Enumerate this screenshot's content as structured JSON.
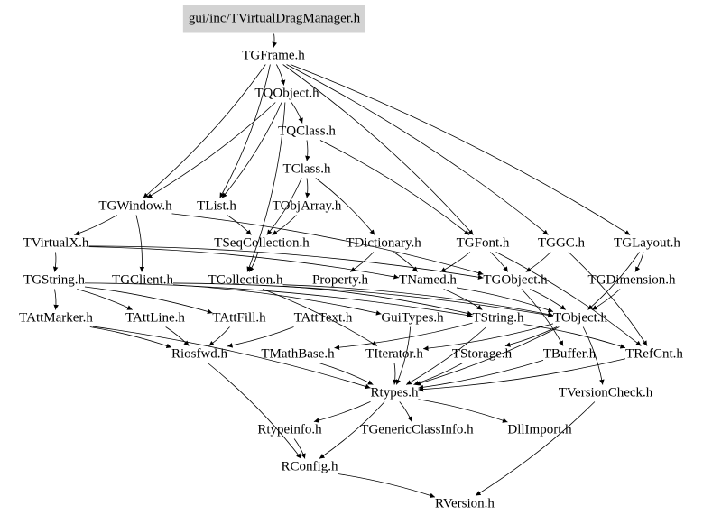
{
  "graph": {
    "root": "gui/inc/TVirtualDragManager.h",
    "nodes": [
      {
        "id": "root",
        "label": "gui/inc/TVirtualDragManager.h",
        "highlighted": true
      },
      {
        "id": "TGFrame",
        "label": "TGFrame.h"
      },
      {
        "id": "TQObject",
        "label": "TQObject.h"
      },
      {
        "id": "TQClass",
        "label": "TQClass.h"
      },
      {
        "id": "TClass",
        "label": "TClass.h"
      },
      {
        "id": "TGWindow",
        "label": "TGWindow.h"
      },
      {
        "id": "TList",
        "label": "TList.h"
      },
      {
        "id": "TObjArray",
        "label": "TObjArray.h"
      },
      {
        "id": "TVirtualX",
        "label": "TVirtualX.h"
      },
      {
        "id": "TSeqCollection",
        "label": "TSeqCollection.h"
      },
      {
        "id": "TDictionary",
        "label": "TDictionary.h"
      },
      {
        "id": "TGFont",
        "label": "TGFont.h"
      },
      {
        "id": "TGGC",
        "label": "TGGC.h"
      },
      {
        "id": "TGLayout",
        "label": "TGLayout.h"
      },
      {
        "id": "TGString",
        "label": "TGString.h"
      },
      {
        "id": "TGClient",
        "label": "TGClient.h"
      },
      {
        "id": "TCollection",
        "label": "TCollection.h"
      },
      {
        "id": "Property",
        "label": "Property.h"
      },
      {
        "id": "TNamed",
        "label": "TNamed.h"
      },
      {
        "id": "TGObject",
        "label": "TGObject.h"
      },
      {
        "id": "TGDimension",
        "label": "TGDimension.h"
      },
      {
        "id": "TAttMarker",
        "label": "TAttMarker.h"
      },
      {
        "id": "TAttLine",
        "label": "TAttLine.h"
      },
      {
        "id": "TAttFill",
        "label": "TAttFill.h"
      },
      {
        "id": "TAttText",
        "label": "TAttText.h"
      },
      {
        "id": "GuiTypes",
        "label": "GuiTypes.h"
      },
      {
        "id": "TString",
        "label": "TString.h"
      },
      {
        "id": "TObject",
        "label": "TObject.h"
      },
      {
        "id": "Riosfwd",
        "label": "Riosfwd.h"
      },
      {
        "id": "TMathBase",
        "label": "TMathBase.h"
      },
      {
        "id": "TIterator",
        "label": "TIterator.h"
      },
      {
        "id": "TStorage",
        "label": "TStorage.h"
      },
      {
        "id": "TBuffer",
        "label": "TBuffer.h"
      },
      {
        "id": "TRefCnt",
        "label": "TRefCnt.h"
      },
      {
        "id": "Rtypes",
        "label": "Rtypes.h"
      },
      {
        "id": "TVersionCheck",
        "label": "TVersionCheck.h"
      },
      {
        "id": "Rtypeinfo",
        "label": "Rtypeinfo.h"
      },
      {
        "id": "TGenericClassInfo",
        "label": "TGenericClassInfo.h"
      },
      {
        "id": "DllImport",
        "label": "DllImport.h"
      },
      {
        "id": "RConfig",
        "label": "RConfig.h"
      },
      {
        "id": "RVersion",
        "label": "RVersion.h"
      }
    ],
    "edges": [
      [
        "root",
        "TGFrame"
      ],
      [
        "TGFrame",
        "TQObject"
      ],
      [
        "TGFrame",
        "TGWindow"
      ],
      [
        "TGFrame",
        "TList"
      ],
      [
        "TGFrame",
        "TGGC"
      ],
      [
        "TGFrame",
        "TGLayout"
      ],
      [
        "TGFrame",
        "TGFont"
      ],
      [
        "TQObject",
        "TQClass"
      ],
      [
        "TQObject",
        "TList"
      ],
      [
        "TQObject",
        "TCollection"
      ],
      [
        "TQObject",
        "TGWindow"
      ],
      [
        "TQClass",
        "TClass"
      ],
      [
        "TQClass",
        "TGFont"
      ],
      [
        "TClass",
        "TObjArray"
      ],
      [
        "TClass",
        "TDictionary"
      ],
      [
        "TClass",
        "TSeqCollection"
      ],
      [
        "TGWindow",
        "TGClient"
      ],
      [
        "TGWindow",
        "TVirtualX"
      ],
      [
        "TGWindow",
        "TGObject"
      ],
      [
        "TList",
        "TSeqCollection"
      ],
      [
        "TObjArray",
        "TSeqCollection"
      ],
      [
        "TVirtualX",
        "TGString"
      ],
      [
        "TVirtualX",
        "TNamed"
      ],
      [
        "TVirtualX",
        "TGObject"
      ],
      [
        "TSeqCollection",
        "TCollection"
      ],
      [
        "TDictionary",
        "TNamed"
      ],
      [
        "TDictionary",
        "Property"
      ],
      [
        "TGFont",
        "TGObject"
      ],
      [
        "TGFont",
        "TRefCnt"
      ],
      [
        "TGFont",
        "TNamed"
      ],
      [
        "TGGC",
        "TGObject"
      ],
      [
        "TGGC",
        "TRefCnt"
      ],
      [
        "TGLayout",
        "TGDimension"
      ],
      [
        "TGLayout",
        "TObject"
      ],
      [
        "TGString",
        "TString"
      ],
      [
        "TGString",
        "TAttMarker"
      ],
      [
        "TGString",
        "TAttLine"
      ],
      [
        "TGString",
        "TAttFill"
      ],
      [
        "TGClient",
        "TObject"
      ],
      [
        "TGClient",
        "GuiTypes"
      ],
      [
        "TCollection",
        "TObject"
      ],
      [
        "TCollection",
        "TIterator"
      ],
      [
        "TCollection",
        "TString"
      ],
      [
        "TNamed",
        "TObject"
      ],
      [
        "TNamed",
        "TString"
      ],
      [
        "TGObject",
        "TObject"
      ],
      [
        "TGObject",
        "TBuffer"
      ],
      [
        "TGDimension",
        "TObject"
      ],
      [
        "TAttMarker",
        "Riosfwd"
      ],
      [
        "TAttMarker",
        "Rtypes"
      ],
      [
        "TAttLine",
        "Riosfwd"
      ],
      [
        "TAttFill",
        "Riosfwd"
      ],
      [
        "TAttText",
        "Riosfwd"
      ],
      [
        "GuiTypes",
        "Rtypes"
      ],
      [
        "TString",
        "TMathBase"
      ],
      [
        "TString",
        "TRefCnt"
      ],
      [
        "TString",
        "Rtypes"
      ],
      [
        "TObject",
        "TStorage"
      ],
      [
        "TObject",
        "TVersionCheck"
      ],
      [
        "TObject",
        "TIterator"
      ],
      [
        "TObject",
        "Rtypes"
      ],
      [
        "TMathBase",
        "Rtypes"
      ],
      [
        "TIterator",
        "Rtypes"
      ],
      [
        "TStorage",
        "Rtypes"
      ],
      [
        "TBuffer",
        "Rtypes"
      ],
      [
        "TRefCnt",
        "Rtypes"
      ],
      [
        "Riosfwd",
        "RConfig"
      ],
      [
        "Rtypes",
        "Rtypeinfo"
      ],
      [
        "Rtypes",
        "TGenericClassInfo"
      ],
      [
        "Rtypes",
        "DllImport"
      ],
      [
        "Rtypes",
        "RConfig"
      ],
      [
        "Rtypeinfo",
        "RConfig"
      ],
      [
        "TVersionCheck",
        "RVersion"
      ],
      [
        "RConfig",
        "RVersion"
      ]
    ]
  }
}
